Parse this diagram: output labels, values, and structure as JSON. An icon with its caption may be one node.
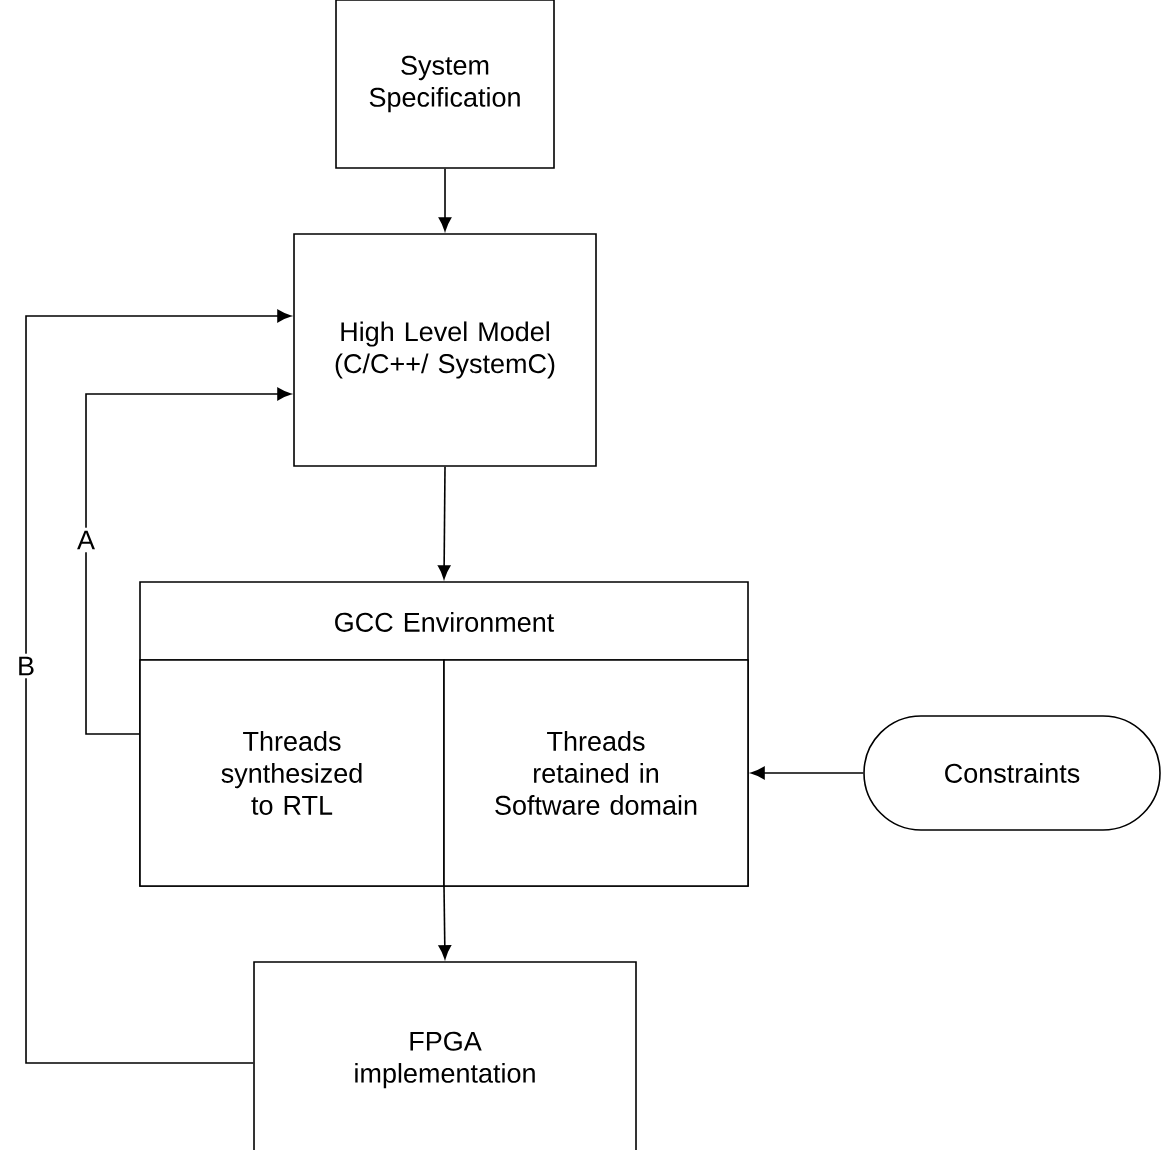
{
  "diagram": {
    "nodes": [
      {
        "text": [
          "System Specification"
        ]
      },
      {
        "text": [
          "High Level Model (C/C++/ SystemC)"
        ]
      },
      {
        "text": [
          "GCC Environment"
        ]
      },
      {
        "text": [
          "Threads synthesized to RTL"
        ],
        "in": 2
      },
      {
        "text": [
          "Threads retained in Software domain"
        ],
        "in": 2
      },
      {
        "text": [
          "Constraints"
        ]
      },
      {
        "text": [
          "FPGA implementation"
        ]
      }
    ],
    "edges": [
      {
        "from": 0,
        "to": 1,
        "arrow": "to"
      },
      {
        "from": 1,
        "to": 2,
        "arrow": "to"
      },
      {
        "from": 3,
        "to": 1,
        "arrow": "to",
        "label": "A"
      },
      {
        "from": 6,
        "to": 1,
        "arrow": "to",
        "label": "B"
      },
      {
        "from": 5,
        "to": 4,
        "arrow": "to"
      },
      {
        "from": 2,
        "to": 6,
        "arrow": "to"
      }
    ]
  }
}
